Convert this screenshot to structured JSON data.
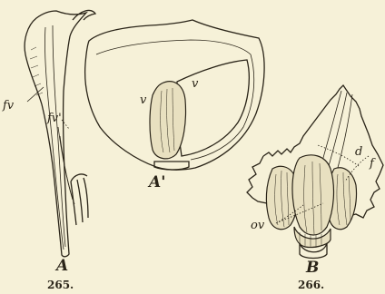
{
  "figures": [
    {
      "number": "265.",
      "parts": [
        {
          "label": "A",
          "note": ""
        },
        {
          "label": "A'",
          "note": ""
        }
      ],
      "labels": [
        "fv",
        "fv'",
        "v",
        "v"
      ]
    },
    {
      "number": "266.",
      "parts": [
        {
          "label": "B",
          "note": ""
        }
      ],
      "labels": [
        "d",
        "f",
        "ov"
      ]
    }
  ]
}
